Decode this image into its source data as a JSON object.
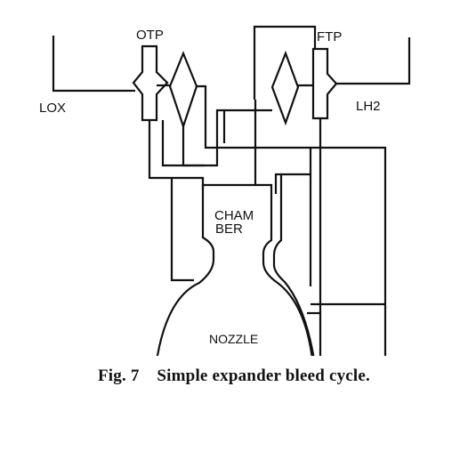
{
  "labels": {
    "otp": "OTP",
    "ftp": "FTP",
    "lox": "LOX",
    "lh2": "LH2",
    "chamber_line1": "CHAM",
    "chamber_line2": "BER",
    "nozzle": "NOZZLE"
  },
  "caption": {
    "figure": "Fig. 7",
    "text": "Simple expander bleed cycle."
  }
}
